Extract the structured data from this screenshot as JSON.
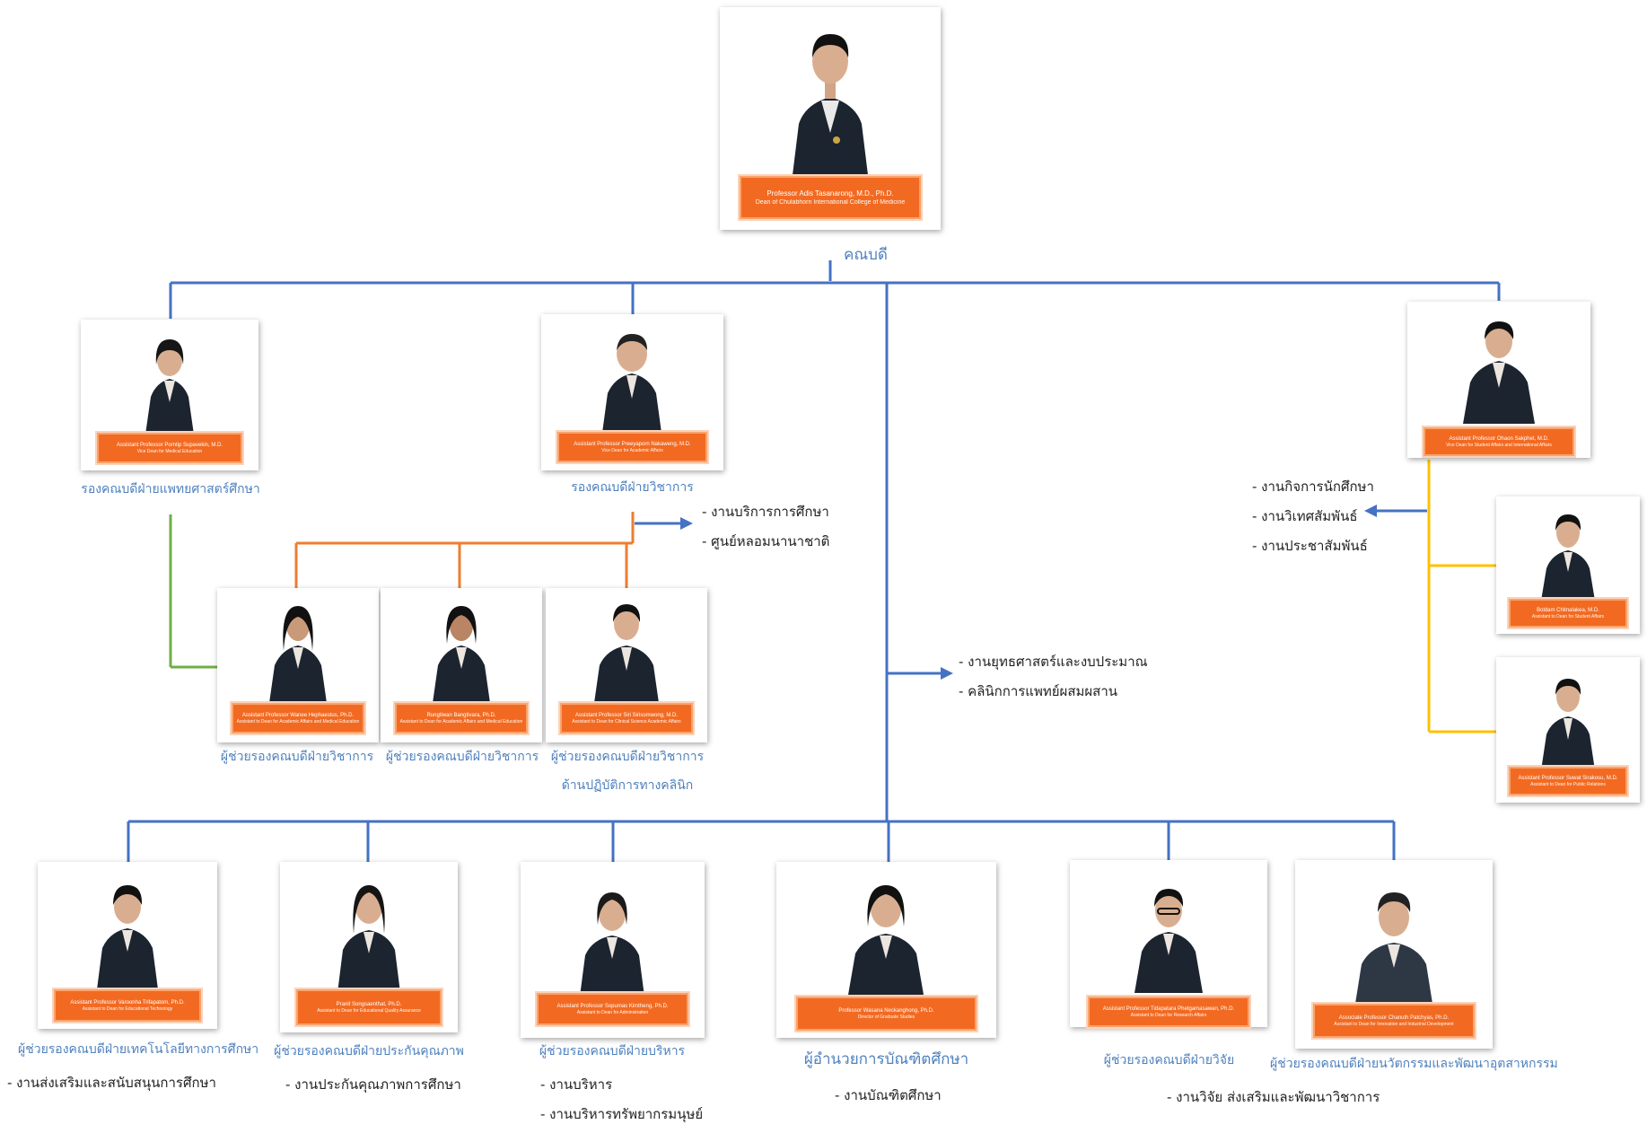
{
  "dean": {
    "name": "Professor Adis Tasanarong, M.D., Ph.D.",
    "title": "Dean of Chulabhorn International College of Medicine",
    "caption": "คณบดี"
  },
  "vice_deans": [
    {
      "name": "Assistant Professor Porntip Supavekin, M.D.",
      "title": "Vice Dean for Medical Education",
      "caption": "รองคณบดีฝ่ายแพทยศาสตร์ศึกษา"
    },
    {
      "name": "Assistant Professor Preeyaporn Nakaweng, M.D.",
      "title": "Vice Dean for Academic Affairs",
      "caption": "รองคณบดีฝ่ายวิชาการ"
    },
    {
      "name": "Assistant Professor Ohaon Sakphet, M.D.",
      "title": "Vice Dean for Student Affairs and International Affairs",
      "caption": ""
    }
  ],
  "academic_duties": [
    "- งานบริการการศึกษา",
    "- ศูนย์หลอมนานาชาติ"
  ],
  "academic_assistants": [
    {
      "name": "Assistant Professor Wanee Hephaestus, Ph.D.",
      "title": "Assistant to Dean for Academic Affairs and Medical Education",
      "caption": "ผู้ช่วยรองคณบดีฝ่ายวิชาการ"
    },
    {
      "name": "Rungtiwan Bangtivara, Ph.D.",
      "title": "Assistant to Dean for Academic Affairs and Medical Education",
      "caption": "ผู้ช่วยรองคณบดีฝ่ายวิชาการ"
    },
    {
      "name": "Assistant Professor Siri Sirisomwong, M.D.",
      "title": "Assistant to Dean for Clinical Science Academic Affairs",
      "caption": "ผู้ช่วยรองคณบดีฝ่ายวิชาการ",
      "caption2": "ด้านปฏิบัติการทางคลินิก"
    }
  ],
  "student_duties": [
    "- งานกิจการนักศึกษา",
    "- งานวิเทศสัมพันธ์",
    "- งานประชาสัมพันธ์"
  ],
  "student_assistants": [
    {
      "name": "Boldam Chitnalakea, M.D.",
      "title": "Assistant to Dean for Student Affairs"
    },
    {
      "name": "Assistant Professor Suwat Sirakosu, M.D.",
      "title": "Assistant to Dean for Public Relations"
    }
  ],
  "center_duties": [
    "- งานยุทธศาสตร์และงบประมาณ",
    "- คลินิกการแพทย์ผสมผสาน"
  ],
  "bottom_row": [
    {
      "name": "Assistant Professor Varoonha Trifapatom, Ph.D.",
      "title": "Assistant to Dean for Educational Technology",
      "caption": "ผู้ช่วยรองคณบดีฝ่ายเทคโนโลยีทางการศึกษา",
      "duties": [
        "- งานส่งเสริมและสนับสนุนการศึกษา"
      ]
    },
    {
      "name": "Pranit Songsaenthat, Ph.D.",
      "title": "Assistant to Dean for Educational Quality Assurance",
      "caption": "ผู้ช่วยรองคณบดีฝ่ายประกันคุณภาพ",
      "duties": [
        "- งานประกันคุณภาพการศึกษา"
      ]
    },
    {
      "name": "Assistant Professor Sopumas Kimtheng, Ph.D.",
      "title": "Assistant to Dean for Administration",
      "caption": "ผู้ช่วยรองคณบดีฝ่ายบริหาร",
      "duties": [
        "- งานบริหาร",
        "- งานบริหารทรัพยากรมนุษย์"
      ]
    },
    {
      "name": "Professor Wasana Neckanghong, Ph.D.",
      "title": "Director of Graduate Studies",
      "caption": "ผู้อำนวยการบัณฑิตศึกษา",
      "duties": [
        "- งานบัณฑิตศึกษา"
      ]
    },
    {
      "name": "Assistant Professor Tidapatara Phetgamasawan, Ph.D.",
      "title": "Assistant to Dean for Research Affairs",
      "caption": "ผู้ช่วยรองคณบดีฝ่ายวิจัย",
      "duties": [
        "- งานวิจัย ส่งเสริมและพัฒนาวิชาการ"
      ]
    },
    {
      "name": "Associate Professor Chanuth Patchyas, Ph.D.",
      "title": "Assistant to Dean for Innovation and Industrial Development",
      "caption": "ผู้ช่วยรองคณบดีฝ่ายนวัตกรรมและพัฒนาอุตสาหกรรม",
      "duties": []
    }
  ],
  "colors": {
    "main_line": "#4472c4",
    "academic_line": "#ed7d31",
    "medical_line": "#70ad47",
    "student_line": "#ffc000",
    "nameplate": "#f26a21",
    "caption": "#4f81bd"
  }
}
